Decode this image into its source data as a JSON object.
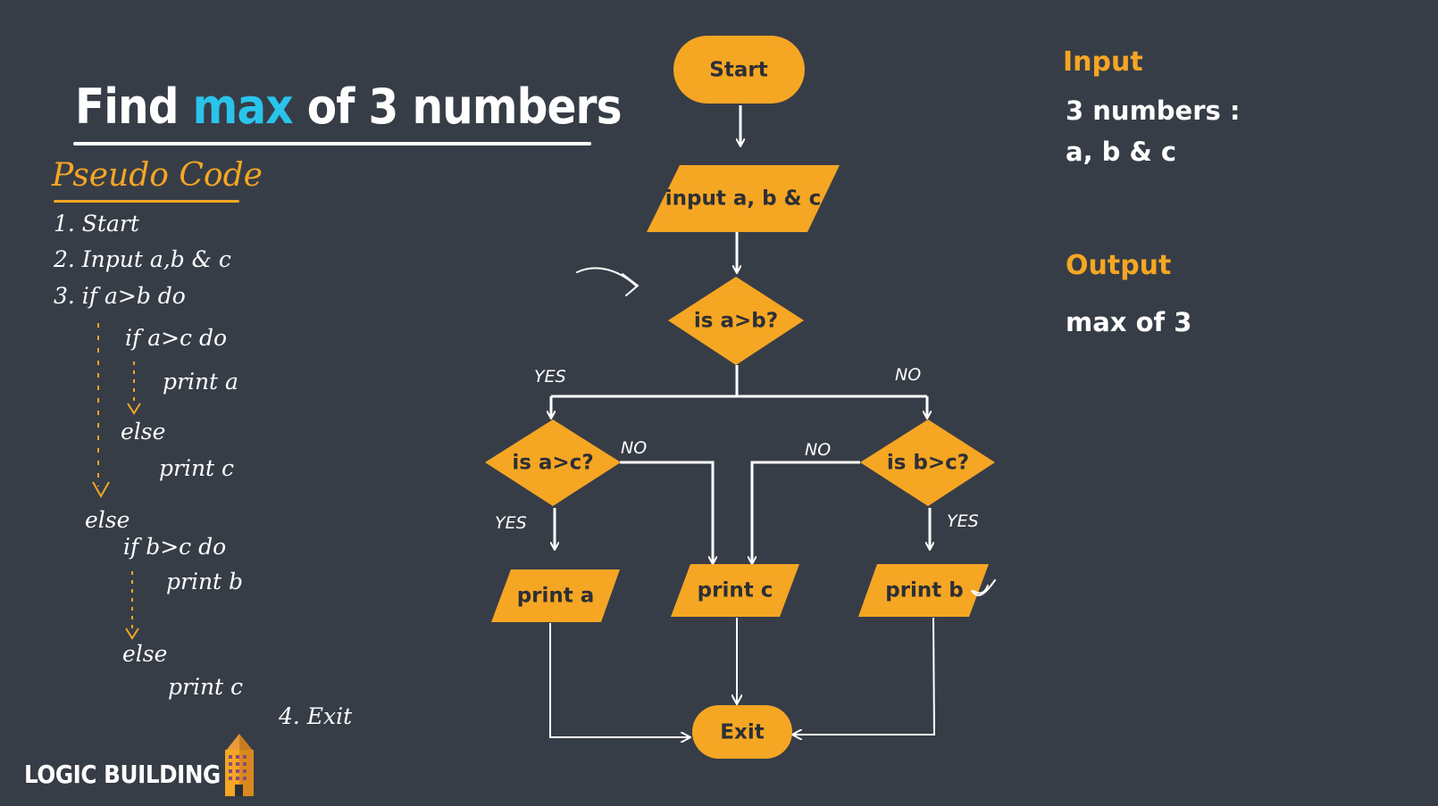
{
  "colors": {
    "background": "#373d47",
    "node_fill": "#f5a623",
    "title_highlight": "#29c4ec",
    "line": "#ffffff"
  },
  "title": {
    "before": "Find ",
    "highlight": "max",
    "after": " of 3 numbers"
  },
  "pseudo_code": {
    "heading": "Pseudo Code",
    "lines": [
      "1. Start",
      "2. Input a,b & c",
      "3. if   a>b   do",
      "if  a>c  do",
      "print  a",
      "else",
      "print  c",
      "else",
      "if  b>c  do",
      "print  b",
      "else",
      "print  c",
      "4. Exit"
    ]
  },
  "flowchart": {
    "nodes": {
      "start": "Start",
      "input": "input a, b & c",
      "cond_ab": "is a>b?",
      "cond_ac": "is a>c?",
      "cond_bc": "is b>c?",
      "print_a": "print a",
      "print_c": "print c",
      "print_b": "print b",
      "exit": "Exit"
    },
    "edge_labels": {
      "ab_yes": "YES",
      "ab_no": "NO",
      "ac_no": "NO",
      "bc_no": "NO",
      "ac_yes": "YES",
      "bc_yes": "YES"
    }
  },
  "side_panel": {
    "input_heading": "Input",
    "input_line1": "3 numbers :",
    "input_line2": "a, b & c",
    "output_heading": "Output",
    "output_line1": "max of 3"
  },
  "brand": "LOGIC BUILDING",
  "icons": [
    "building-icon",
    "hand-drawn-arrow-icon"
  ]
}
